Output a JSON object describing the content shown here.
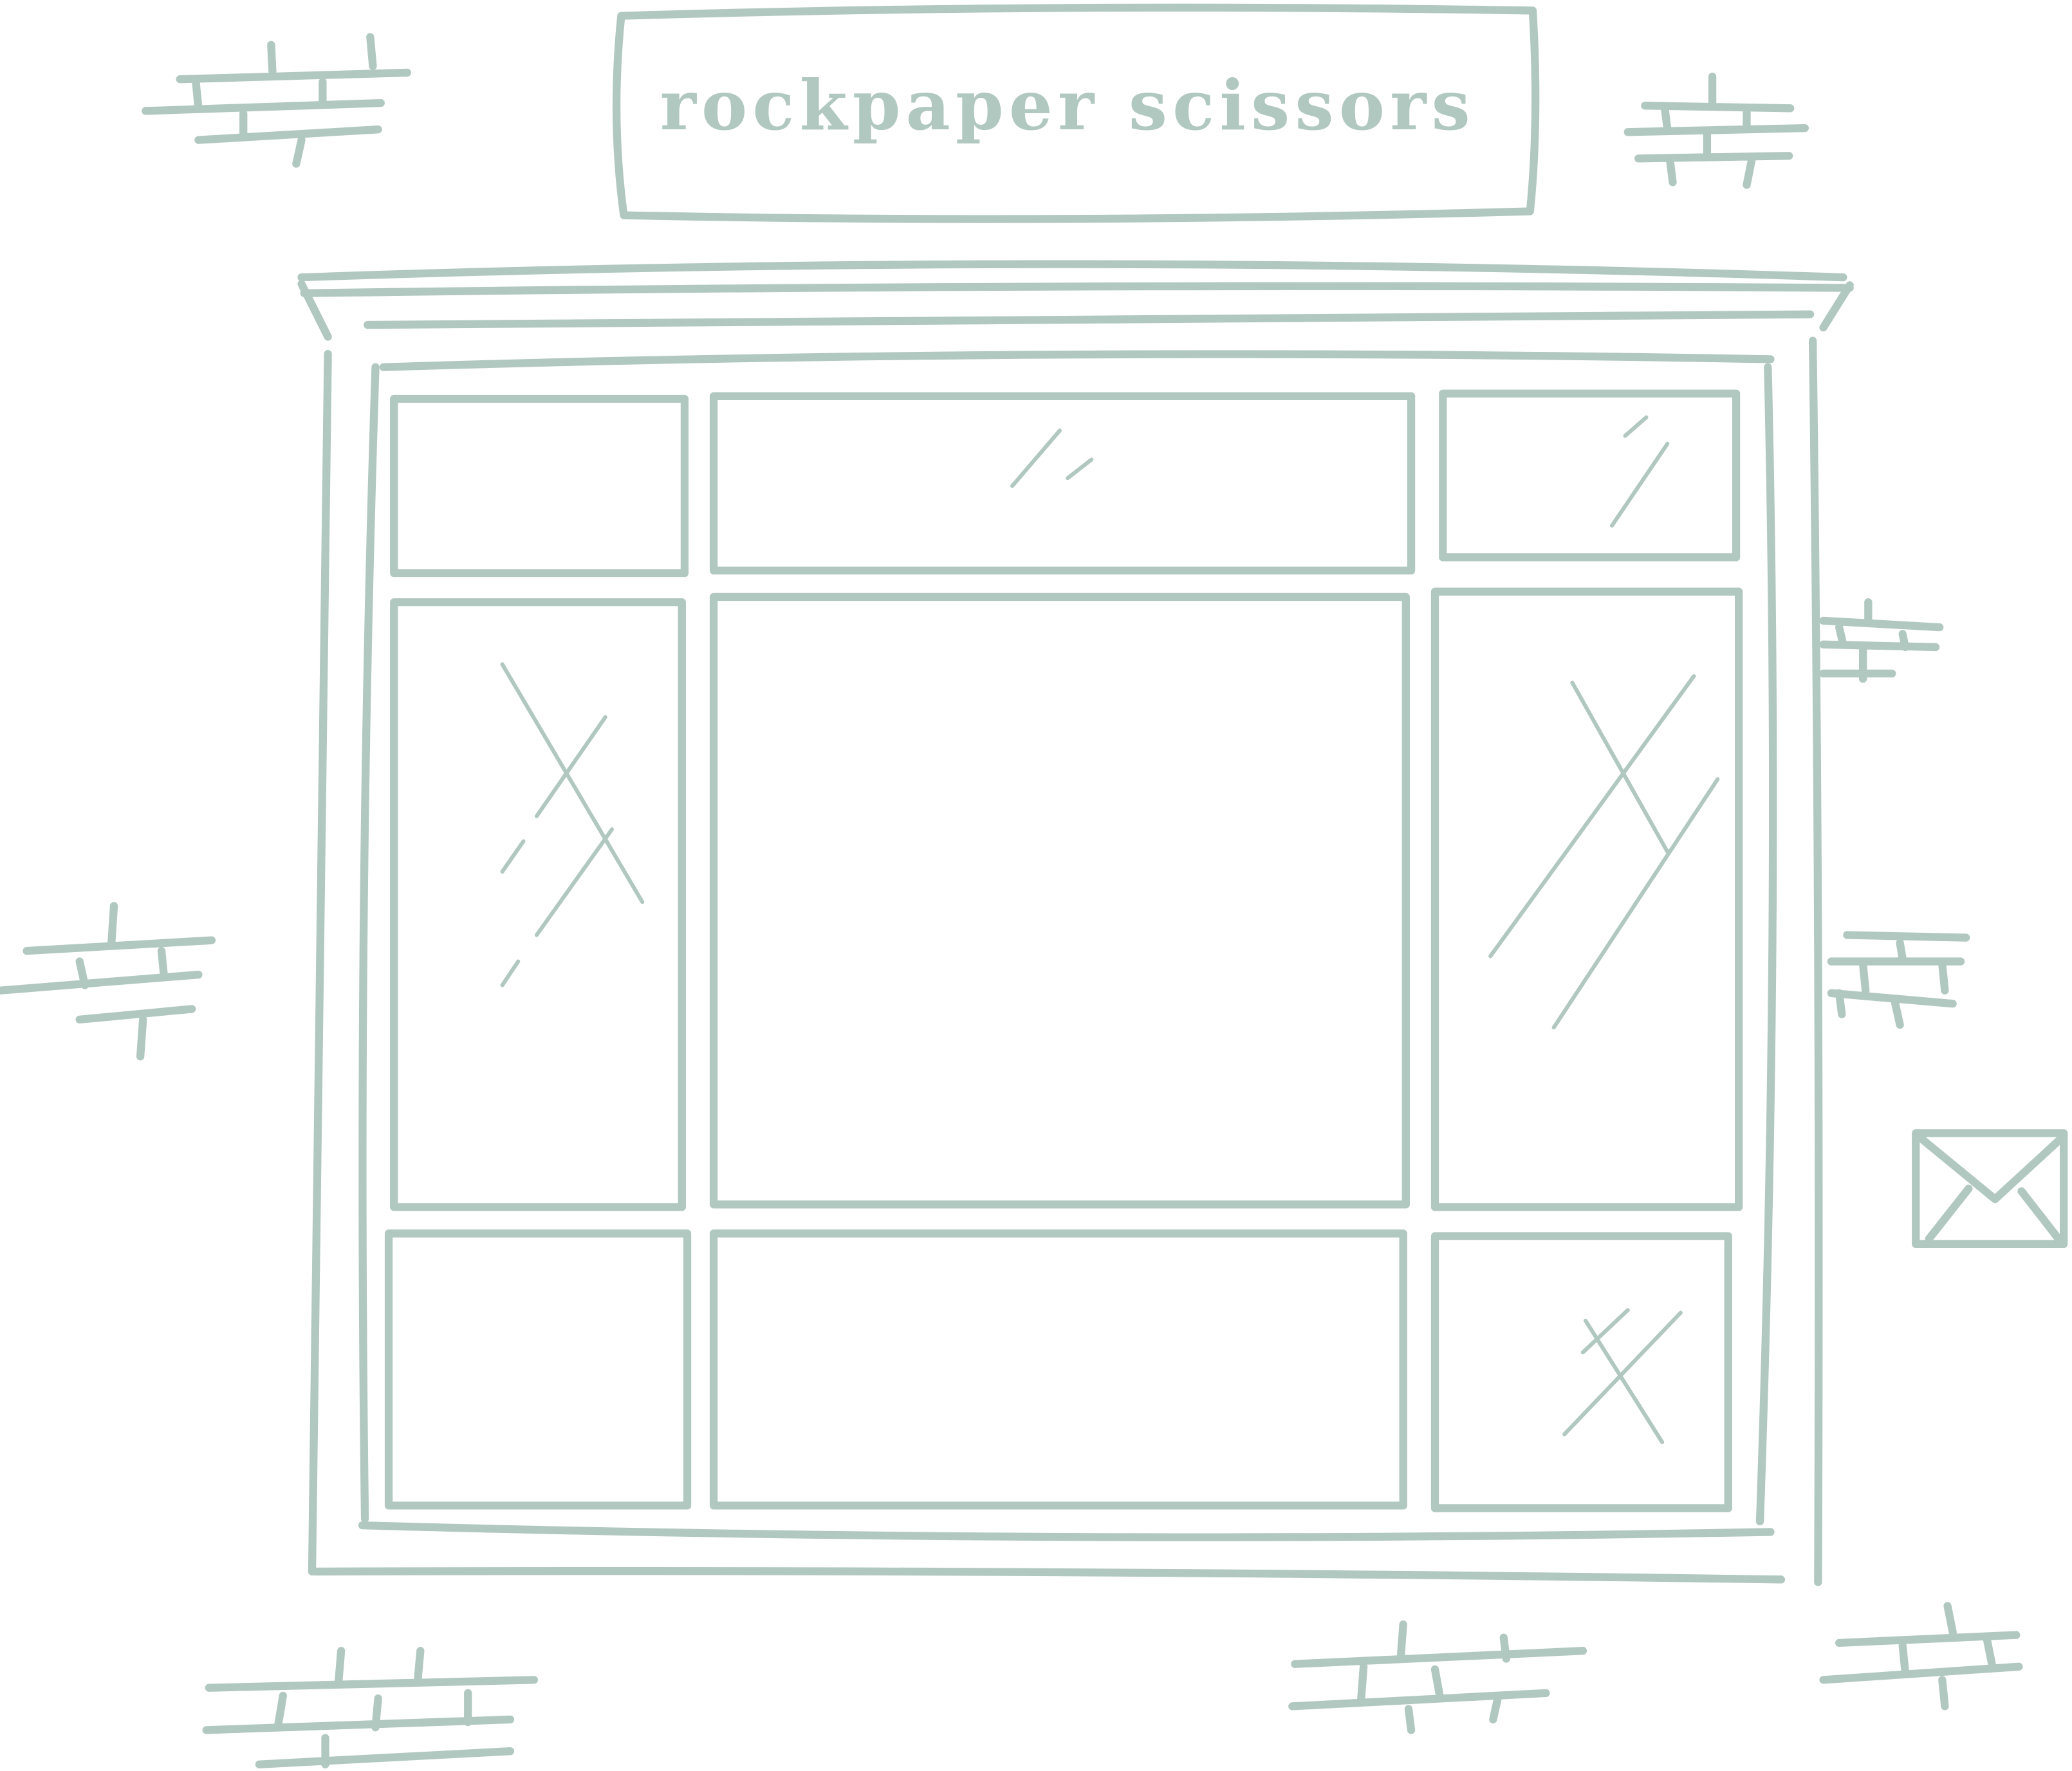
{
  "sign": {
    "text": "rockpaper scissors"
  },
  "colors": {
    "stroke": "#B0C8C0",
    "background": "#FFFFFF"
  },
  "icons": [
    "envelope-icon",
    "brick-mark",
    "glass-glint"
  ]
}
